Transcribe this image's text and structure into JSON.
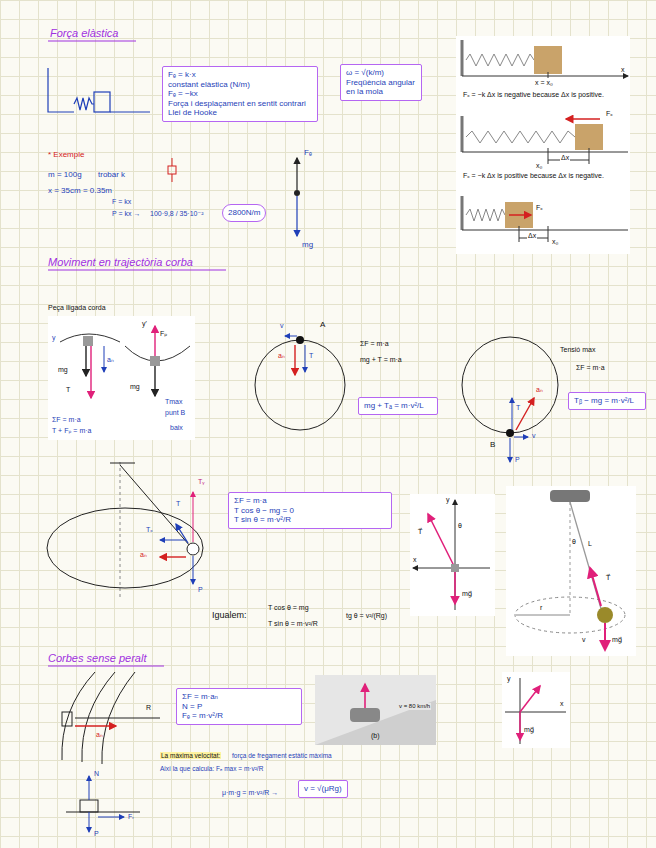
{
  "diagram": {
    "nodes": [
      {
        "text": [
          "Fₑ = k·x",
          "constant elàstica (N/m)",
          "Fₑ = −kx",
          "Força i desplaçament en sentit contrari",
          "Llei de Hooke"
        ]
      },
      {
        "text": [
          "ω = √(k/m)",
          "Freqüència angular en la mola"
        ]
      },
      {
        "text": [
          "2800N/m"
        ]
      },
      {
        "text": [
          "mg + Tₐ = m·v²/L"
        ]
      },
      {
        "text": [
          "Tᵦ − mg = m·v²/L"
        ]
      },
      {
        "text": [
          "ΣF = m·a",
          "T cos θ − mg = 0",
          "T sin θ = m·v²/R"
        ]
      },
      {
        "text": [
          "ΣF = m·aₙ",
          "N = P",
          "Fₑ = m·v²/R"
        ]
      },
      {
        "text": [
          "v = √(μRg)"
        ]
      }
    ],
    "labels": [
      "Força elàstica",
      "* Exemple",
      "m = 100g",
      "trobar k",
      "x = 35cm = 0.35m",
      "F = kx",
      "P = kx →",
      "100·9,8 / 35·10⁻²",
      "Fₑ",
      "mg",
      "x = x₀",
      "Fₓ = −k Δx is negative because Δx is positive.",
      "Fₓ",
      "Δx",
      "x₀",
      "Fₓ = −k Δx is positive because Δx is negative.",
      "Fₓ",
      "Δx",
      "x₀",
      "x",
      "Moviment en trajectòria corba",
      "Peça lligada corda",
      "y",
      "y'",
      "mg",
      "T",
      "aₙ",
      "Fₚ",
      "mg",
      "ΣF = m·a",
      "T + Fₚ = m·a",
      "Tmax",
      "punt B",
      "baix",
      "A",
      "v",
      "aₙ",
      "T",
      "ΣF = m·a",
      "mg + T = m·a",
      "Tensió max",
      "ΣF = m·a",
      "aₙ",
      "T",
      "B",
      "v",
      "P",
      "Tᵧ",
      "T",
      "Tₓ",
      "aₙ",
      "P",
      "Igualem:",
      "T cos θ = mg",
      "T sin θ = m·v²/R",
      "tg θ = v²/(Rg)",
      "y",
      "θ",
      "T⃗",
      "x",
      "mg⃗",
      "θ",
      "L",
      "T⃗",
      "r",
      "v",
      "mg⃗",
      "Corbes sense peralt",
      "R",
      "aₙ",
      "N",
      "P",
      "Fᵣ",
      "(b)",
      "v = 80 km/h",
      "y",
      "x",
      "mg⃗",
      "La màxima velocitat:",
      "força de fregament estàtic màxima",
      "Així la que calcula: Fₑ max = m·v²/R",
      "μ·m·g = m·v²/R →"
    ]
  }
}
